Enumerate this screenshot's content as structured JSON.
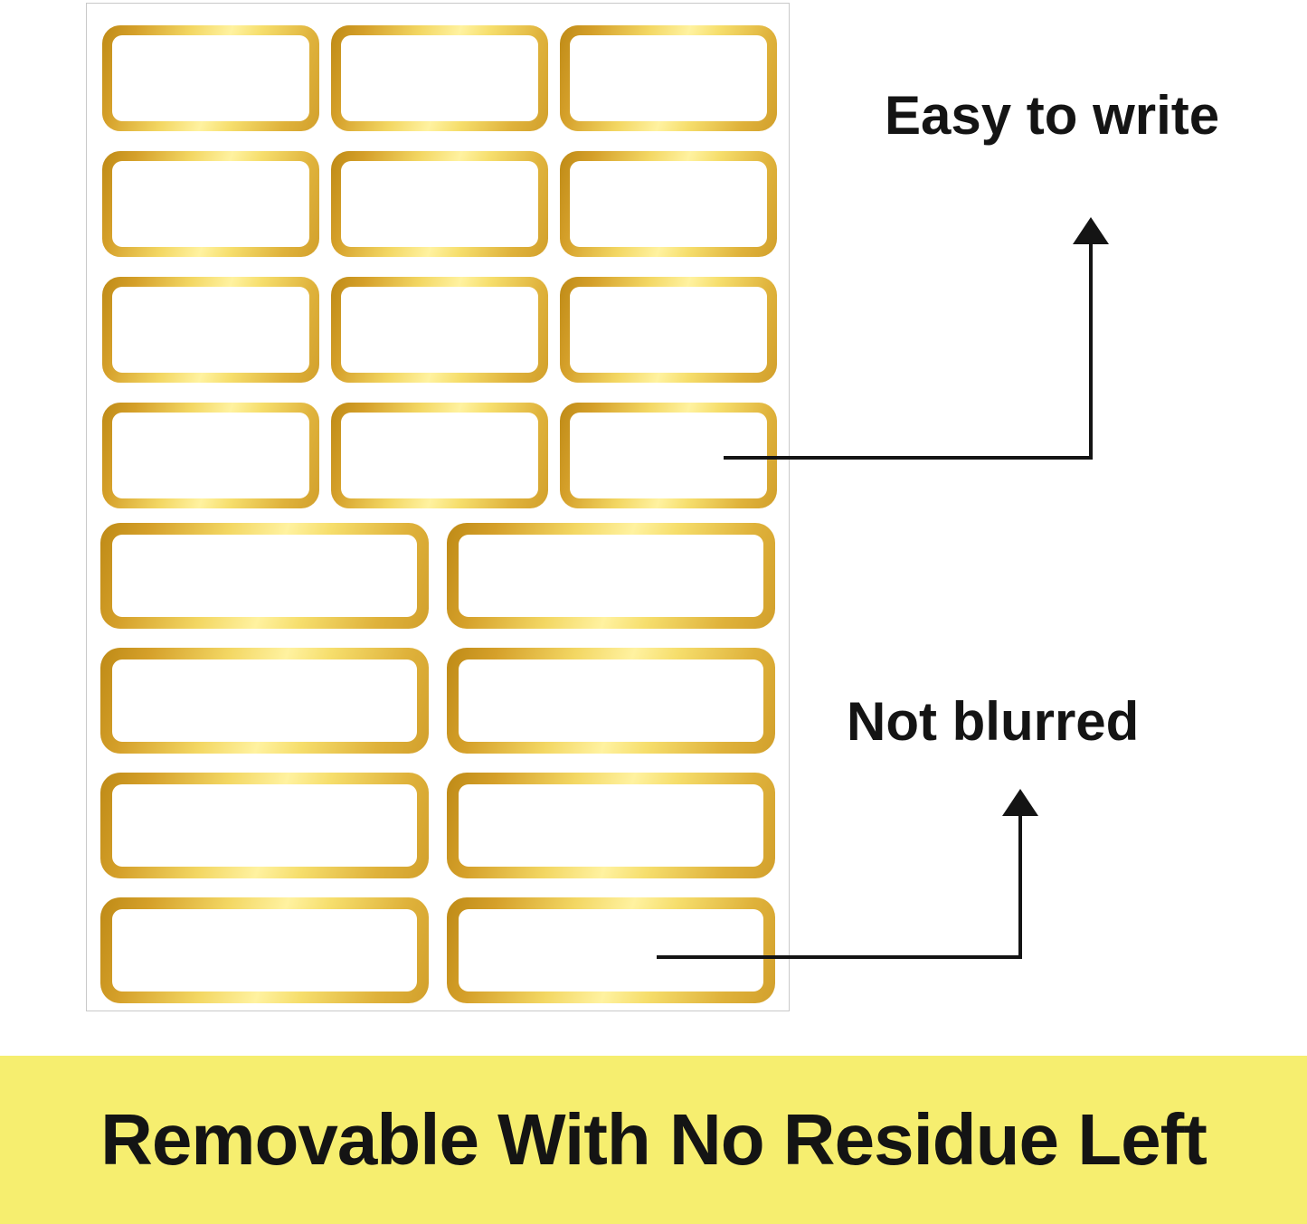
{
  "page": {
    "background_color": "#FFFFFF"
  },
  "callouts": {
    "easy_to_write": {
      "label": "Easy to write"
    },
    "not_blurred": {
      "label": "Not blurred"
    }
  },
  "banner": {
    "text": "Removable With No Residue Left",
    "background_color": "#F6EE6F",
    "text_color": "#141414"
  },
  "sticker_sheet": {
    "small_labels": {
      "count": 12,
      "columns": 3
    },
    "wide_labels": {
      "count": 8,
      "columns": 2
    },
    "label_fill_color": "#FFFFFF",
    "gold_border_dark_color": "#BE8A16",
    "gold_border_bright_color": "#FFF2A0",
    "arrow_color": "#141414"
  }
}
